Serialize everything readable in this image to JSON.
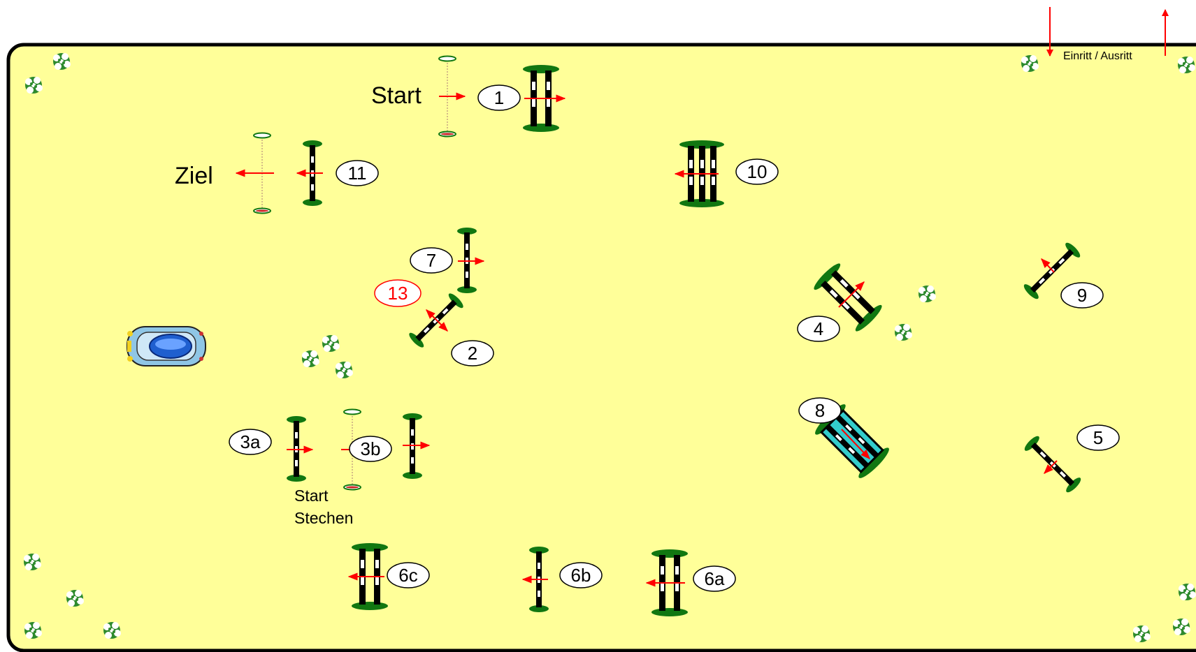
{
  "entrance": {
    "label": "Einritt / Ausritt"
  },
  "start": {
    "label": "Start"
  },
  "finish": {
    "label": "Ziel"
  },
  "jumpoff": {
    "line1": "Start",
    "line2": "Stechen"
  },
  "obstacles": [
    {
      "id": "o1",
      "number": "1"
    },
    {
      "id": "o2",
      "number": "2"
    },
    {
      "id": "o3a",
      "number": "3a"
    },
    {
      "id": "o3b",
      "number": "3b"
    },
    {
      "id": "o4",
      "number": "4"
    },
    {
      "id": "o5",
      "number": "5"
    },
    {
      "id": "o6a",
      "number": "6a"
    },
    {
      "id": "o6b",
      "number": "6b"
    },
    {
      "id": "o6c",
      "number": "6c"
    },
    {
      "id": "o7",
      "number": "7"
    },
    {
      "id": "o8",
      "number": "8"
    },
    {
      "id": "o9",
      "number": "9"
    },
    {
      "id": "o10",
      "number": "10"
    },
    {
      "id": "o11",
      "number": "11"
    },
    {
      "id": "o13",
      "number": "13",
      "highlight": true
    }
  ],
  "colors": {
    "arena": "#ffff99",
    "border": "#000000",
    "arrow": "#ff0000",
    "poleStand": "#007700",
    "water": "#33cccc",
    "highlight": "#ff0000"
  },
  "icons": [
    "tree-bush-icon",
    "car-icon",
    "arrow-icon"
  ]
}
